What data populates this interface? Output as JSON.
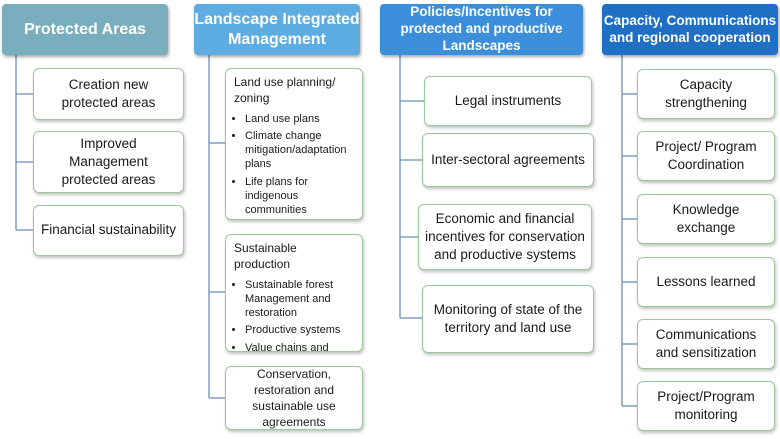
{
  "colors": {
    "col1_header": "#79aebe",
    "col2_header": "#5dade2",
    "col3_header": "#3b8ed9",
    "col4_header": "#1f6fc4",
    "box_border": "#9cc89c",
    "connector": "#6a8fb8"
  },
  "columns": [
    {
      "title": "Protected Areas",
      "items": [
        {
          "label": "Creation new protected areas"
        },
        {
          "label": "Improved Management protected areas"
        },
        {
          "label": "Financial sustainability"
        }
      ]
    },
    {
      "title": "Landscape Integrated Management",
      "items": [
        {
          "label": "Land use planning/ zoning",
          "bullets": [
            "Land use plans",
            "Climate change mitigation/adaptation plans",
            "Life plans for indigenous communities"
          ]
        },
        {
          "label": "Sustainable production",
          "bullets": [
            "Sustainable forest Management and restoration",
            "Productive systems",
            "Value chains and Green business"
          ]
        },
        {
          "label": "Conservation, restoration and sustainable use agreements"
        }
      ]
    },
    {
      "title": "Policies/Incentives for protected and productive Landscapes",
      "items": [
        {
          "label": "Legal instruments"
        },
        {
          "label": "Inter-sectoral agreements"
        },
        {
          "label": "Economic and financial incentives for conservation and productive systems"
        },
        {
          "label": "Monitoring of state of the territory and land use"
        }
      ]
    },
    {
      "title": "Capacity, Communications and regional cooperation",
      "items": [
        {
          "label": "Capacity strengthening"
        },
        {
          "label": "Project/ Program Coordination"
        },
        {
          "label": "Knowledge exchange"
        },
        {
          "label": "Lessons learned"
        },
        {
          "label": "Communications and sensitization"
        },
        {
          "label": "Project/Program monitoring"
        }
      ]
    }
  ]
}
